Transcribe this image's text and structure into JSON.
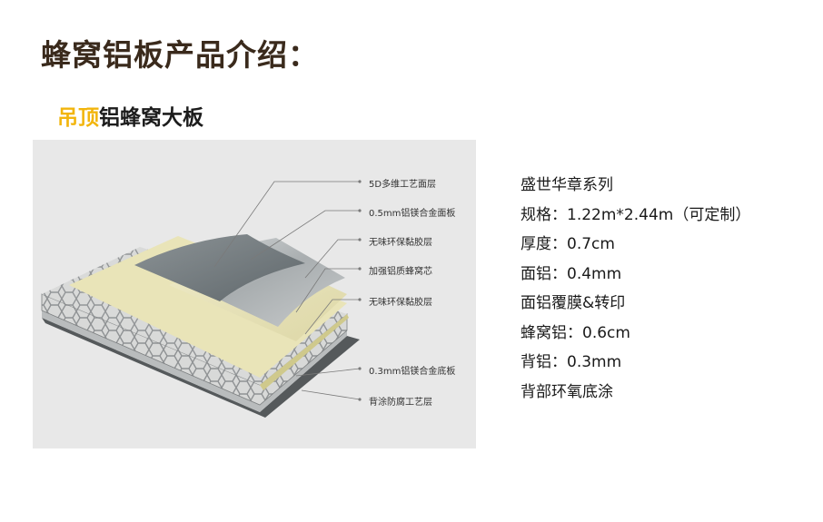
{
  "title": "蜂窝铝板产品介绍：",
  "subtitle": {
    "highlight": "吊顶",
    "rest": "铝蜂窝大板"
  },
  "layers": [
    "5D多维工艺面层",
    "0.5mm铝镁合金面板",
    "无味环保黏胶层",
    "加强铝质蜂窝芯",
    "无味环保黏胶层",
    "0.3mm铝镁合金底板",
    "背涂防腐工艺层"
  ],
  "specs": [
    "盛世华章系列",
    "规格：1.22m*2.44m（可定制）",
    "厚度：0.7cm",
    "面铝：0.4mm",
    "面铝覆膜&转印",
    "蜂窝铝：0.6cm",
    "背铝：0.3mm",
    "背部环氧底涂"
  ]
}
